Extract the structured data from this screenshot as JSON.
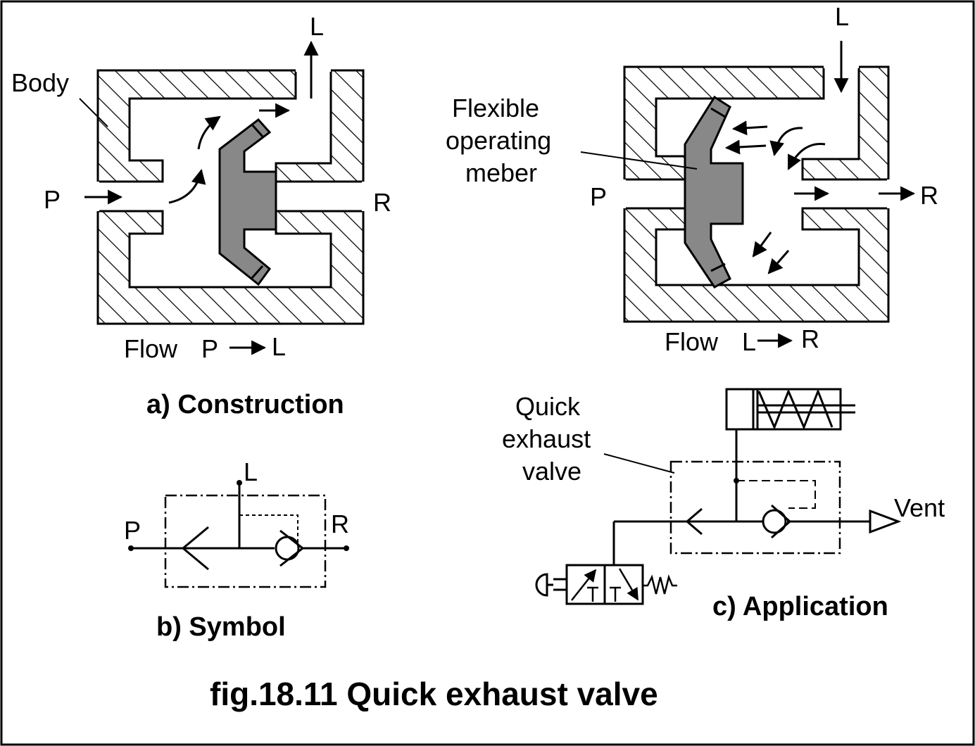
{
  "figure": {
    "title": "fig.18.11 Quick exhaust  valve",
    "colors": {
      "line": "#000000",
      "member_fill": "#888888",
      "background": "#ffffff"
    }
  },
  "construction": {
    "caption": "a) Construction",
    "body_label": "Body",
    "port_p": "P",
    "port_r": "R",
    "port_l": "L",
    "flow_word": "Flow",
    "flow_from": "P",
    "flow_to": "L"
  },
  "operation": {
    "member_label_1": "Flexible",
    "member_label_2": "operating",
    "member_label_3": "meber",
    "port_p": "P",
    "port_r": "R",
    "port_l": "L",
    "flow_word": "Flow",
    "flow_from": "L",
    "flow_to": "R"
  },
  "symbol": {
    "caption": "b) Symbol",
    "port_p": "P",
    "port_l": "L",
    "port_r": "R"
  },
  "application": {
    "caption": "c) Application",
    "qev_label_1": "Quick",
    "qev_label_2": "exhaust",
    "qev_label_3": "valve",
    "vent_label": "Vent"
  }
}
